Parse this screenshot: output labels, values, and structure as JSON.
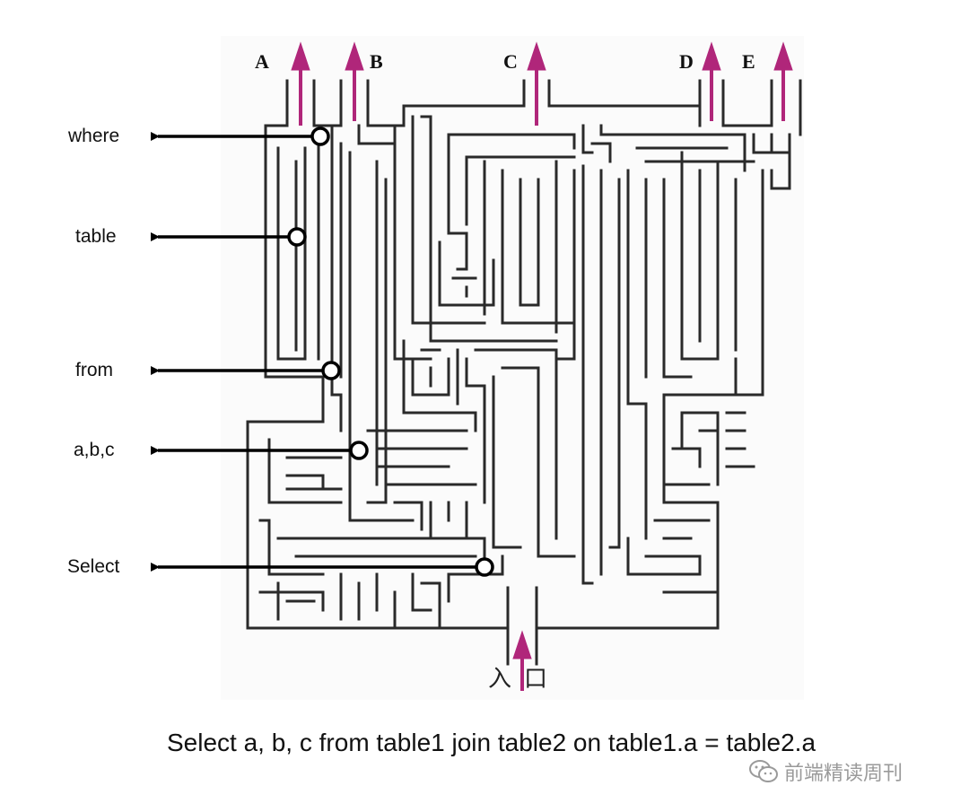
{
  "diagram": {
    "exit_labels": [
      "A",
      "B",
      "C",
      "D",
      "E"
    ],
    "clause_labels": {
      "where": "where",
      "table": "table",
      "from": "from",
      "columns": "a,b,c",
      "select": "Select"
    },
    "entrance_label": "入口",
    "caption": "Select  a, b, c from table1 join table2 on table1.a = table2.a",
    "colors": {
      "wall": "#2a2a2a",
      "arrow_exit": "#b0267a",
      "pointer": "#000000",
      "maze_bg": "#fbfbfb"
    }
  },
  "watermark": {
    "icon": "wechat-icon",
    "text": "前端精读周刊"
  }
}
